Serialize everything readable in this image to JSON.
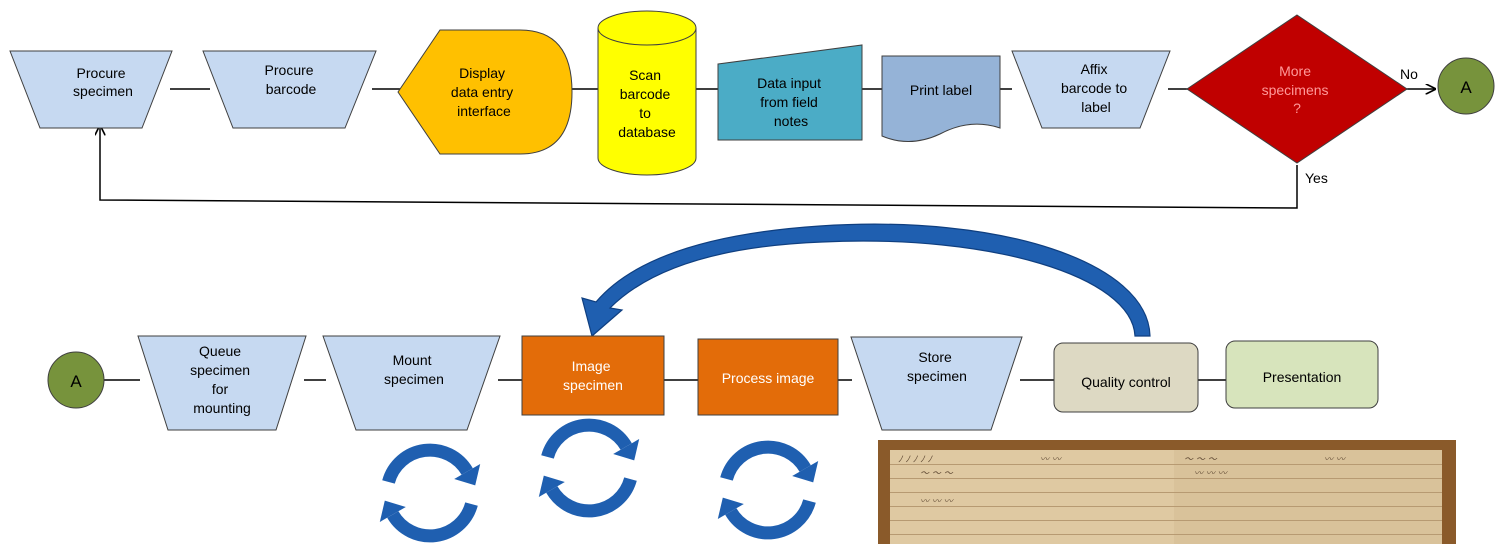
{
  "colors": {
    "light_blue": "#c6d9f1",
    "gold": "#ffc000",
    "yellow": "#ffff00",
    "teal": "#4bacc6",
    "steel_blue": "#95b3d7",
    "red": "#c00000",
    "olive": "#77933c",
    "orange": "#e36c09",
    "tan": "#ddd9c3",
    "light_green": "#d7e4bc",
    "arrow_blue": "#1f5fb0"
  },
  "row1": {
    "procure_specimen": [
      "Procure",
      "specimen"
    ],
    "procure_barcode": [
      "Procure",
      "barcode"
    ],
    "display_interface": [
      "Display",
      "data entry",
      "interface"
    ],
    "scan_barcode": [
      "Scan",
      "barcode",
      "to",
      "database"
    ],
    "data_input": [
      "Data input",
      "from field",
      "notes"
    ],
    "print_label": [
      "Print label"
    ],
    "affix_barcode": [
      "Affix",
      "barcode to",
      "label"
    ],
    "more_specimens": [
      "More",
      "specimens",
      "?"
    ],
    "no_label": "No",
    "yes_label": "Yes",
    "connector": "A"
  },
  "row2": {
    "connector": "A",
    "queue_specimen": [
      "Queue",
      "specimen",
      "for",
      "mounting"
    ],
    "mount_specimen": [
      "Mount",
      "specimen"
    ],
    "image_specimen": [
      "Image",
      "specimen"
    ],
    "process_image": [
      "Process image"
    ],
    "store_specimen": [
      "Store",
      "specimen"
    ],
    "quality_control": [
      "Quality control"
    ],
    "presentation": [
      "Presentation"
    ]
  },
  "icons": {
    "cycle_icons": [
      "refresh-cycle-icon",
      "refresh-cycle-icon",
      "refresh-cycle-icon"
    ],
    "feedback_arrow": "curved-arrow-icon"
  },
  "photo": {
    "subject": "handwritten-ledger-photo"
  }
}
